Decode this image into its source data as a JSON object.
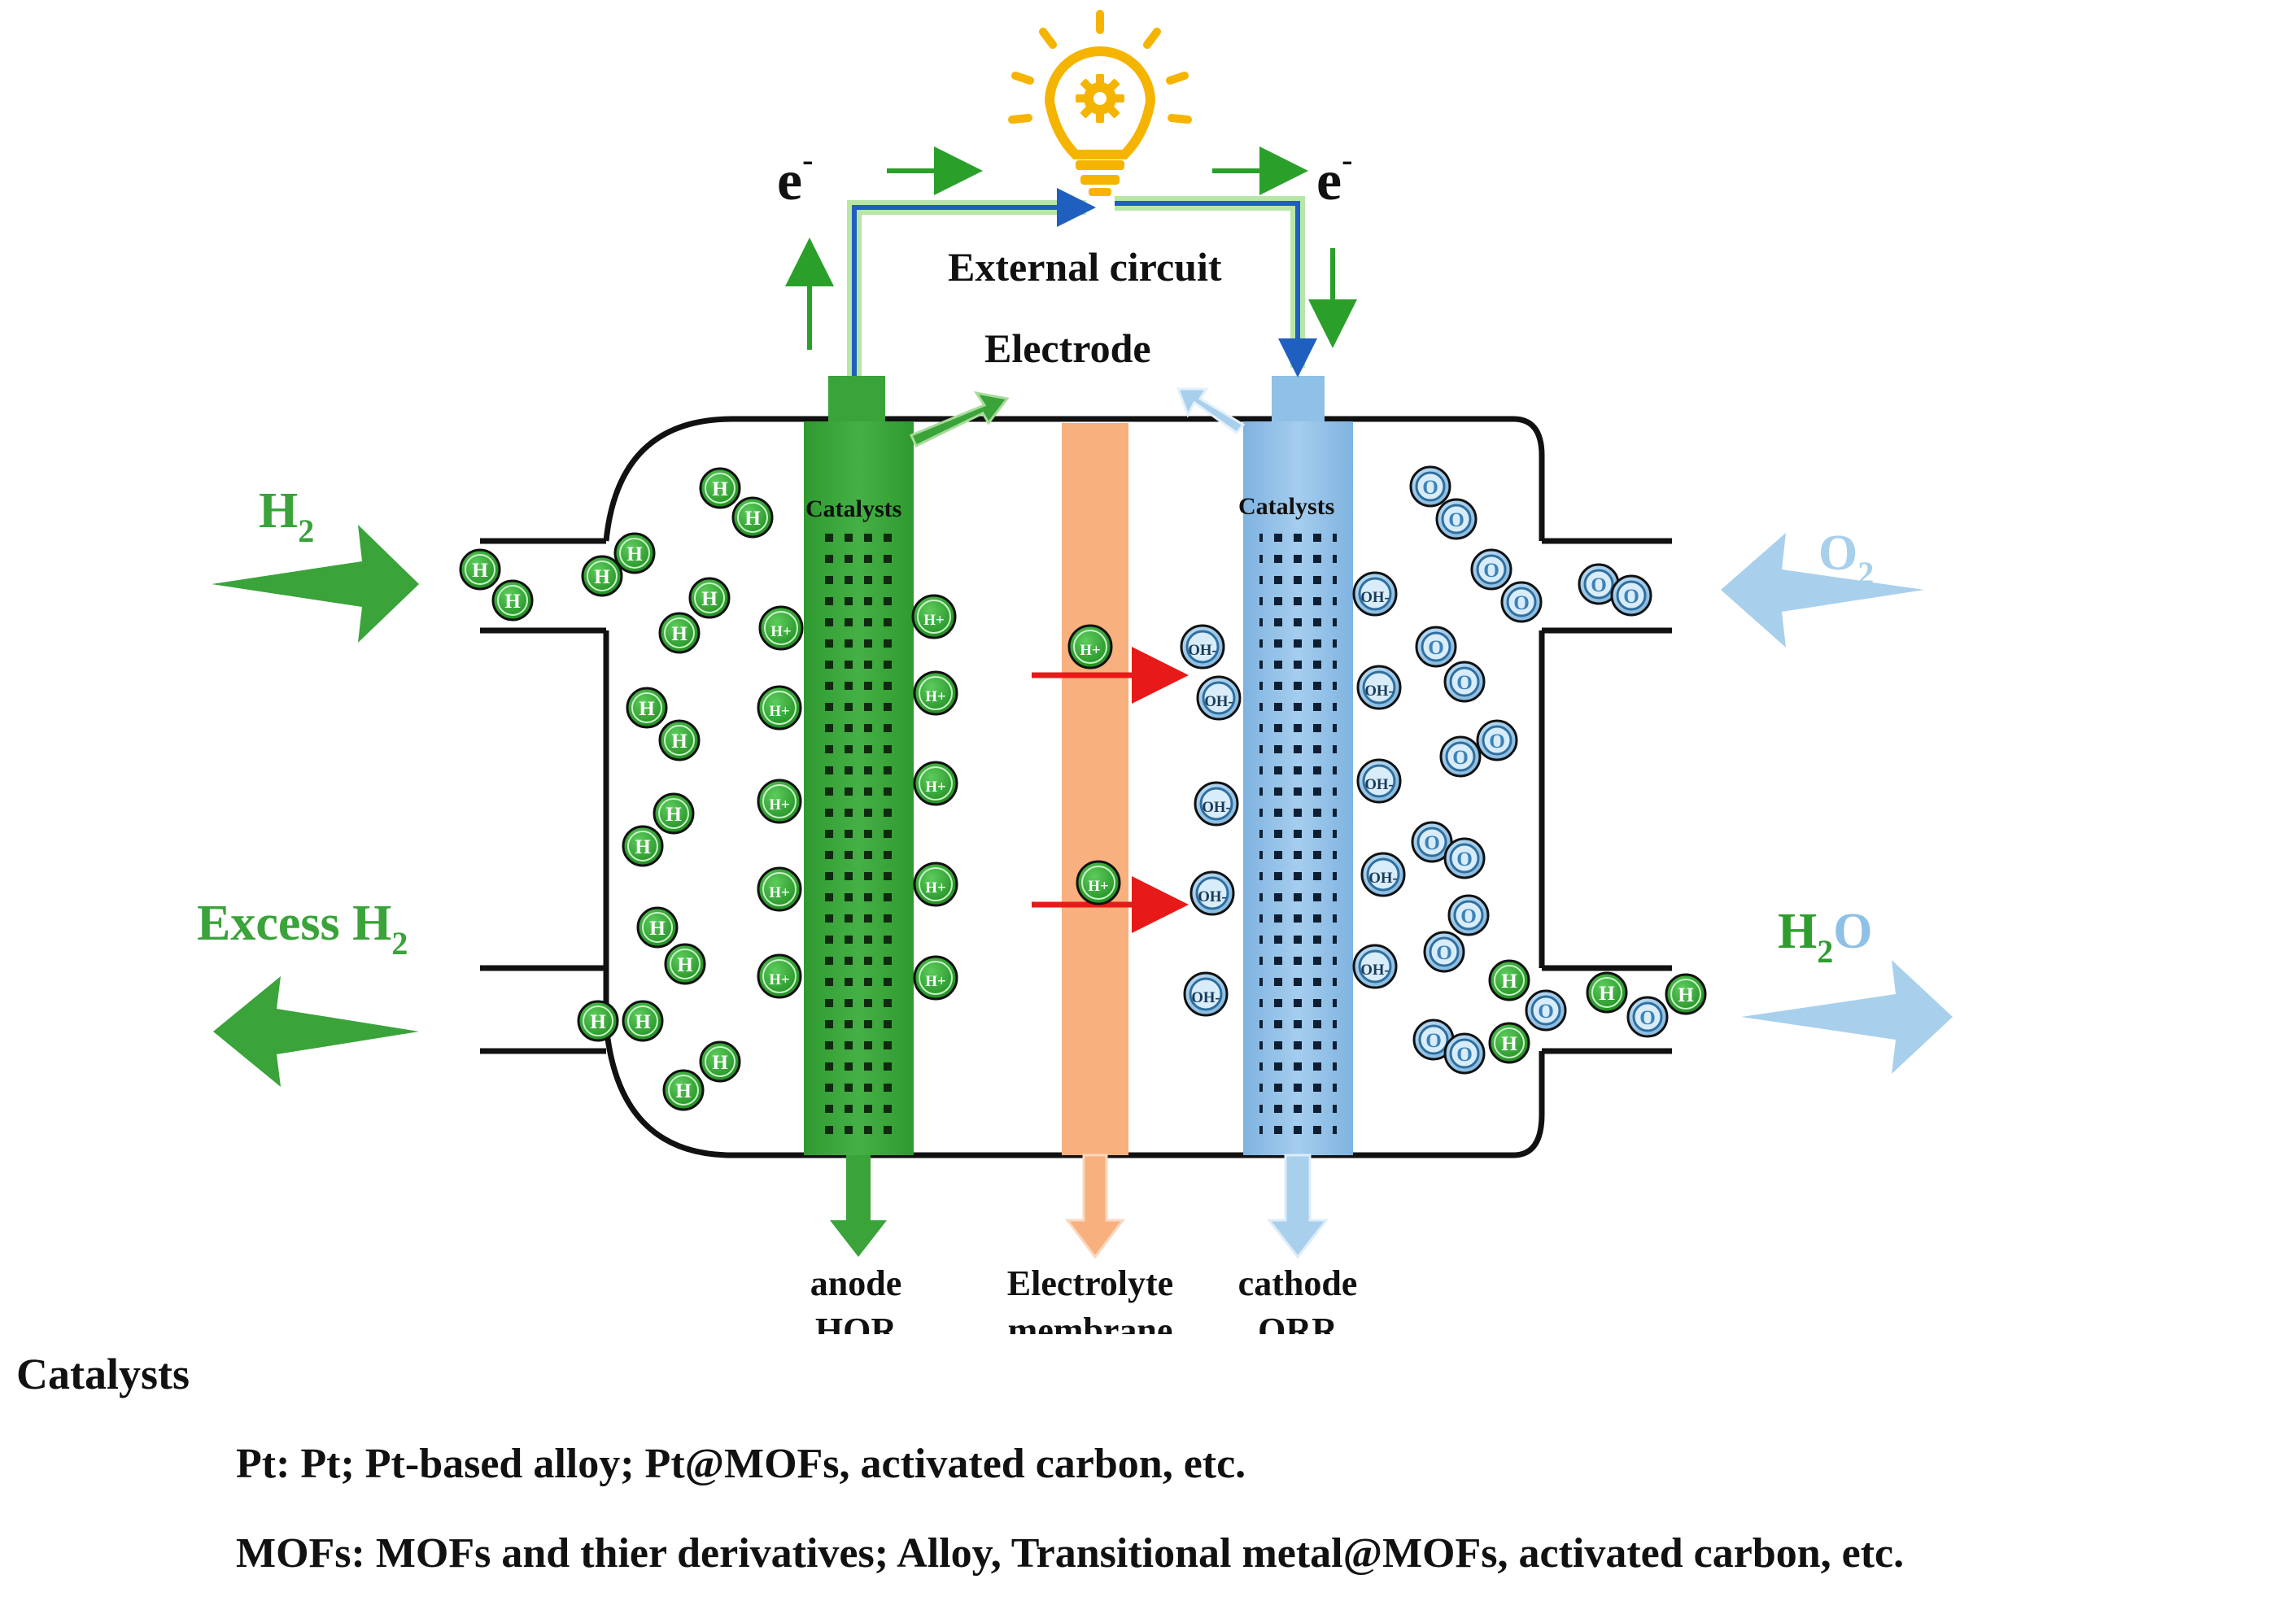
{
  "labels": {
    "electron_left": "e",
    "electron_right": "e",
    "electron_sup": "-",
    "external_circuit": "External circuit",
    "electrode": "Electrode",
    "catalysts_anode": "Catalysts",
    "catalysts_cathode": "Catalysts",
    "h2_in": "H",
    "h2_in_sub": "2",
    "excess_h2": "Excess H",
    "excess_h2_sub": "2",
    "o2_in": "O",
    "o2_in_sub": "2",
    "h2o_out_h": "H",
    "h2o_out_sub": "2",
    "h2o_out_o": "O",
    "anode_line1": "anode",
    "anode_line2": "HOR",
    "electrolyte_line1": "Electrolyte",
    "electrolyte_line2": "membrane",
    "cathode_line1": "cathode",
    "cathode_line2": "ORR"
  },
  "molecules": {
    "h_atom": "H",
    "h_ion": "H+",
    "o_atom": "O",
    "oh_ion": "OH-"
  },
  "legend": {
    "title": "Catalysts",
    "line1": "Pt: Pt; Pt-based alloy; Pt@MOFs, activated carbon, etc.",
    "line2": "MOFs: MOFs and thier derivatives; Alloy, Transitional metal@MOFs, activated carbon, etc."
  },
  "colors": {
    "anode_green": "#3aa33a",
    "hydrogen_green": "#2e9d2e",
    "cathode_blue": "#8fc0e6",
    "oxygen_blue": "#a8d0ec",
    "membrane_orange": "#f7b07e",
    "proton_arrow_red": "#e81919",
    "wire_blue": "#1f5fbf",
    "bulb_yellow": "#f5b400"
  }
}
